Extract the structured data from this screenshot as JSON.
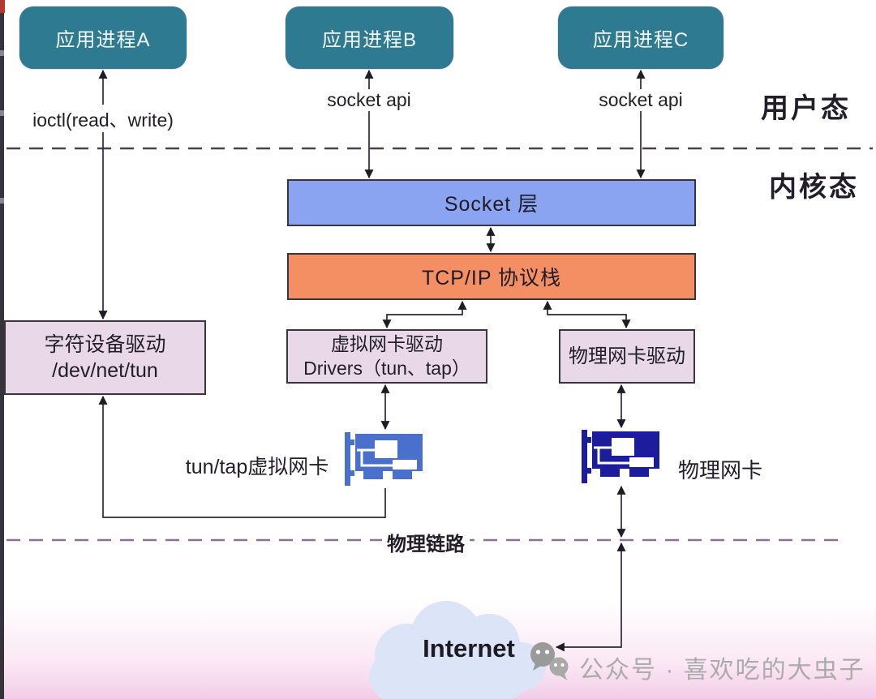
{
  "modes": {
    "user": "用户态",
    "kernel": "内核态"
  },
  "processes": [
    {
      "label": "应用进程A"
    },
    {
      "label": "应用进程B"
    },
    {
      "label": "应用进程C"
    }
  ],
  "api_labels": {
    "ioctl": "ioctl(read、write)",
    "socket_b": "socket api",
    "socket_c": "socket api"
  },
  "layers": {
    "socket": "Socket 层",
    "tcpip": "TCP/IP 协议栈"
  },
  "drivers": {
    "char": {
      "line1": "字符设备驱动",
      "line2": "/dev/net/tun"
    },
    "virtual": {
      "line1": "虚拟网卡驱动",
      "line2": "Drivers（tun、tap）"
    },
    "physical": {
      "label": "物理网卡驱动"
    }
  },
  "nics": {
    "virtual_label": "tun/tap虚拟网卡",
    "physical_label": "物理网卡"
  },
  "physical_link_label": "物理链路",
  "internet_label": "Internet",
  "watermark": {
    "text": "公众号 · 喜欢吃的大虫子"
  },
  "colors": {
    "process_box": "#2e7a90",
    "socket_layer": "#8ba4f1",
    "tcpip_layer": "#f48f63",
    "driver_box": "#e9d8e7",
    "virtual_nic_icon": "#4a70cd",
    "physical_nic_icon": "#1b1d9d",
    "cloud": "#dce4f7",
    "dashed_line_top": "#4e3e52",
    "dashed_line_bottom": "#8e7092",
    "connector": "#2d2935",
    "watermark_gray": "#ababab"
  }
}
